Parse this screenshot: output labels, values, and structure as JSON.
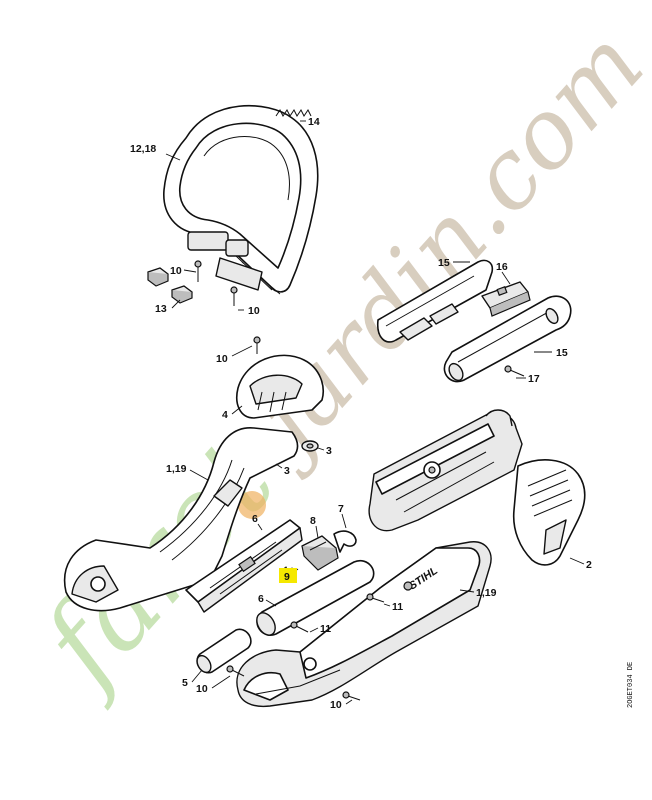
{
  "labels": {
    "l14": "14",
    "l1218": "12,18",
    "l10a": "10",
    "l13": "13",
    "l10b": "10",
    "l15a": "15",
    "l16": "16",
    "l15b": "15",
    "l17": "17",
    "l10c": "10",
    "l4": "4",
    "l3a": "3",
    "l3b": "3",
    "l119a": "1,19",
    "l7": "7",
    "l6a": "6",
    "l8": "8",
    "l9": "9",
    "l6b": "6",
    "l2": "2",
    "l11a": "11",
    "l11b": "11",
    "l119b": "1,19",
    "l5": "5",
    "l10d": "10",
    "l10e": "10"
  },
  "highlight_color": "#f5e800",
  "brand_text": "STIHL",
  "drawing_code": "2OGET034 DE",
  "watermark": {
    "part1": "farot",
    "part2": "jardin.com",
    "color_green": "#b9dca0",
    "color_beige": "#cfc2b0",
    "color_orange": "#f0b060"
  }
}
